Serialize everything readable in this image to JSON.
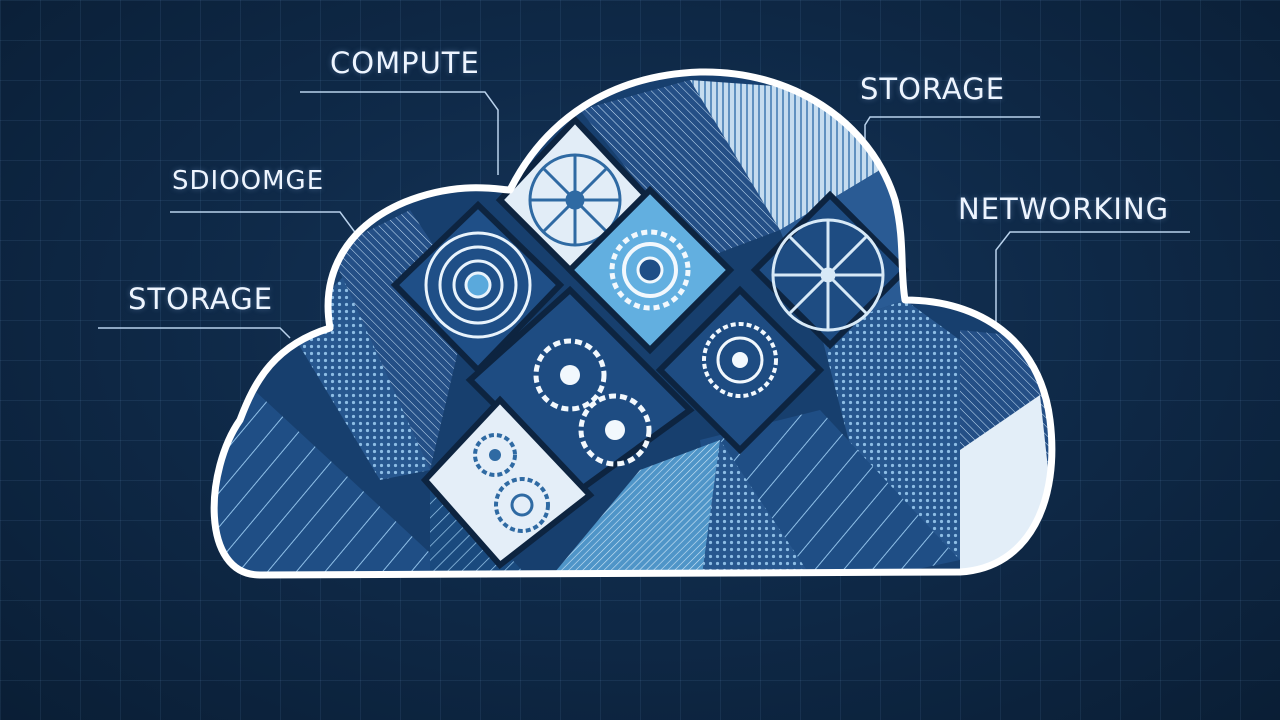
{
  "labels": {
    "compute": "COMPUTE",
    "storage_right": "STORAGE",
    "networking": "NETWORKING",
    "garbled": "SDIOOMGE",
    "storage_left": "STORAGE"
  },
  "colors": {
    "background": "#0f2a49",
    "cloud_outline": "#ffffff",
    "tile_light": "#dbe9f6",
    "tile_mid": "#5aa9dc",
    "tile_dark": "#1d4f86",
    "accent_cyan": "#7cc7ef"
  },
  "icons": [
    "gear-icon",
    "wheel-icon",
    "concentric-rings-icon"
  ]
}
